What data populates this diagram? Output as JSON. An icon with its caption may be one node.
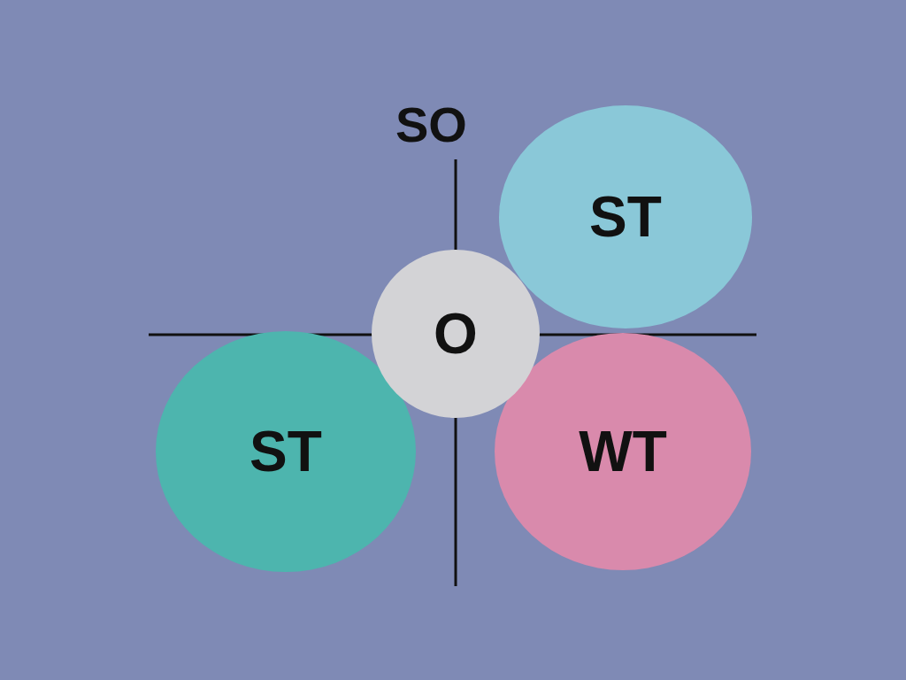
{
  "diagram": {
    "nodes": [
      {
        "text": [
          "ST"
        ]
      },
      {
        "text": [
          "O"
        ]
      },
      {
        "text": [
          "ST"
        ]
      },
      {
        "text": [
          "WT"
        ]
      }
    ],
    "labels": [
      "SO"
    ]
  }
}
